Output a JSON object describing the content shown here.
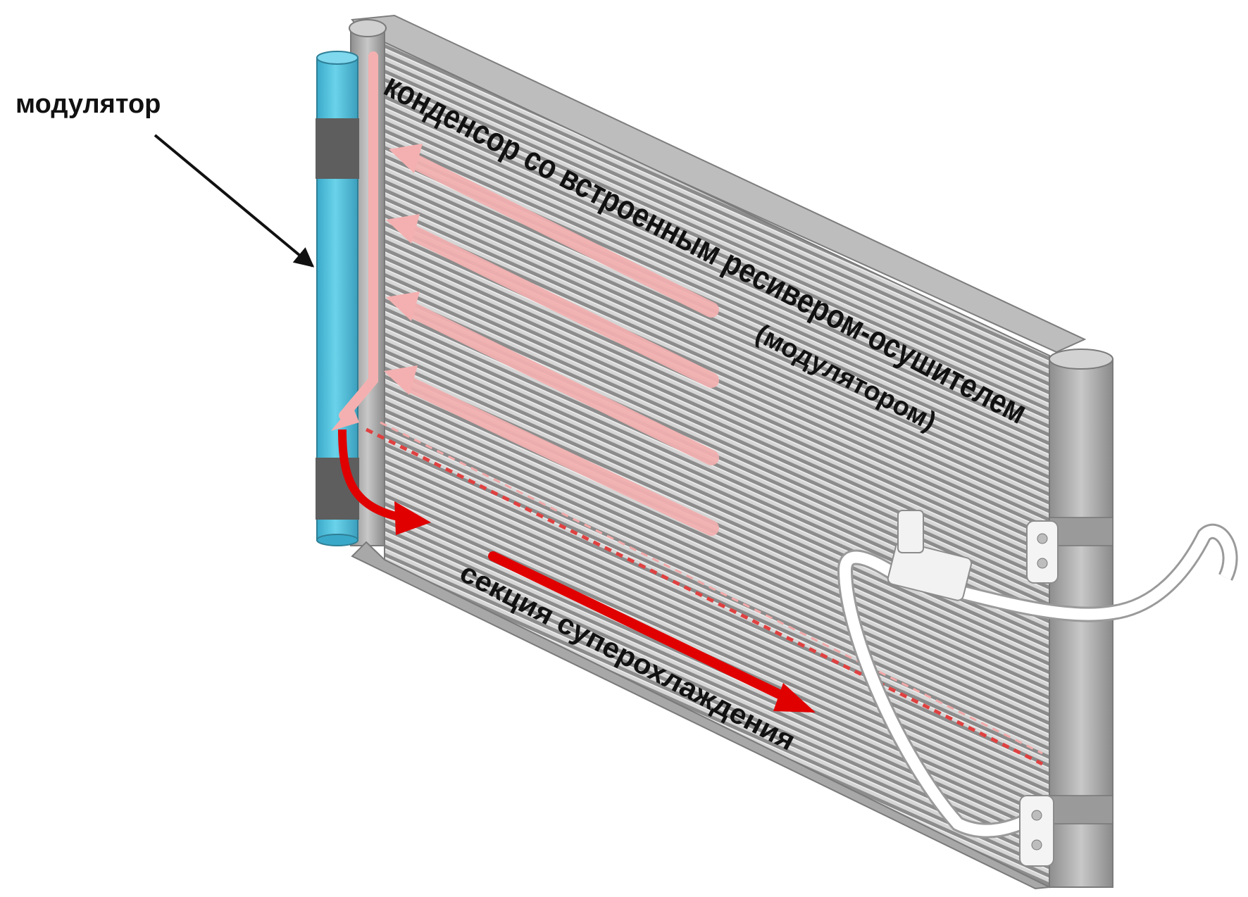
{
  "labels": {
    "modulator": "модулятор",
    "condenser_title": "конденсор со встроенным ресивером-осушителем",
    "condenser_subtitle": "(модулятором)",
    "subcooling_section": "секция суперохлаждения"
  },
  "colors": {
    "modulator_tube": "#5ec5df",
    "modulator_band": "#5e5e5e",
    "frame": "#b2b2b2",
    "frame_dark": "#8c8c8c",
    "core_light": "#d9d9d9",
    "core_dark": "#8a8a8a",
    "flow_pink": "#f4b0b0",
    "flow_red": "#e00000",
    "label_text": "#111111",
    "pipe": "#ffffff"
  },
  "icons": {
    "leader_arrow": "black-arrow-icon",
    "flow_arrows": "pink-arrow-icon",
    "subcool_arrow": "red-arrow-icon"
  }
}
